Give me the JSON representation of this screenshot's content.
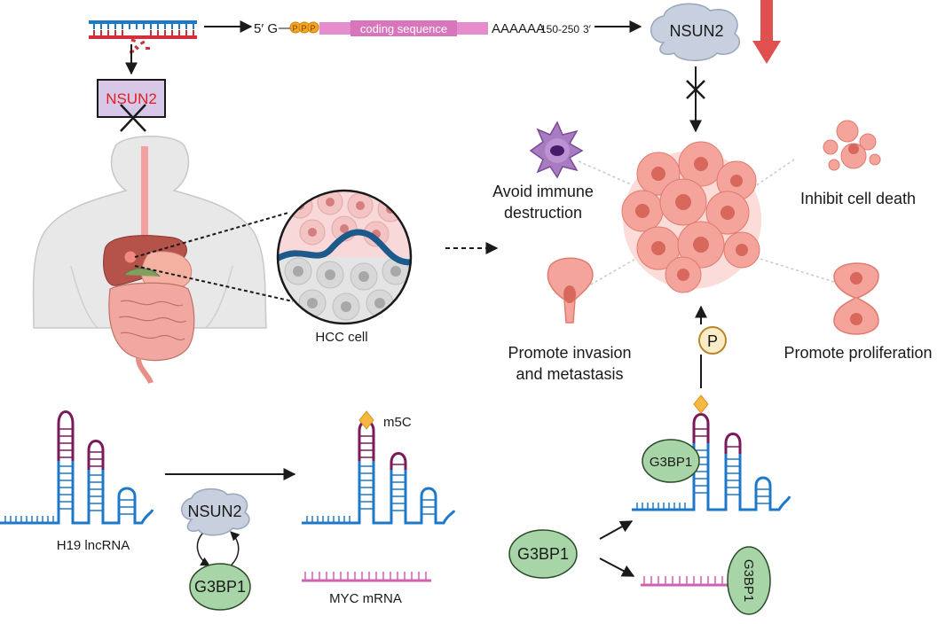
{
  "top_strand": {
    "five_prime": "5′ G",
    "caps": [
      "P",
      "P",
      "P"
    ],
    "cds_label": "coding sequence",
    "polyA": "AAAAAA",
    "polyA_len": "150-250",
    "three_prime": "3′"
  },
  "knockout_box_label": "NSUN2",
  "nsun2_top_label": "NSUN2",
  "hcc_cell_label": "HCC cell",
  "hallmarks": {
    "immune_line1": "Avoid immune",
    "immune_line2": "destruction",
    "death": "Inhibit cell death",
    "invasion_line1": "Promote invasion",
    "invasion_line2": "and metastasis",
    "proliferation": "Promote proliferation"
  },
  "phospho_label": "P",
  "m5c_label": "m5C",
  "h19_label": "H19 lncRNA",
  "nsun2_mid_label": "NSUN2",
  "g3bp1_mid_label": "G3BP1",
  "myc_label": "MYC mRNA",
  "g3bp1_right_bound": "G3BP1",
  "g3bp1_right_free": "G3BP1",
  "g3bp1_right_myc": "G3BP1",
  "colors": {
    "rna_blue": "#1e78c8",
    "stem_purple": "#7a1a5a",
    "myc_pink": "#d060b0",
    "g3bp1_green": "#a8d5a8",
    "nsun2_cloud": "#c8d0e0",
    "tumor_salmon": "#f08a80",
    "down_arrow": "#e05050",
    "m5c_diamond": "#f5b840"
  }
}
